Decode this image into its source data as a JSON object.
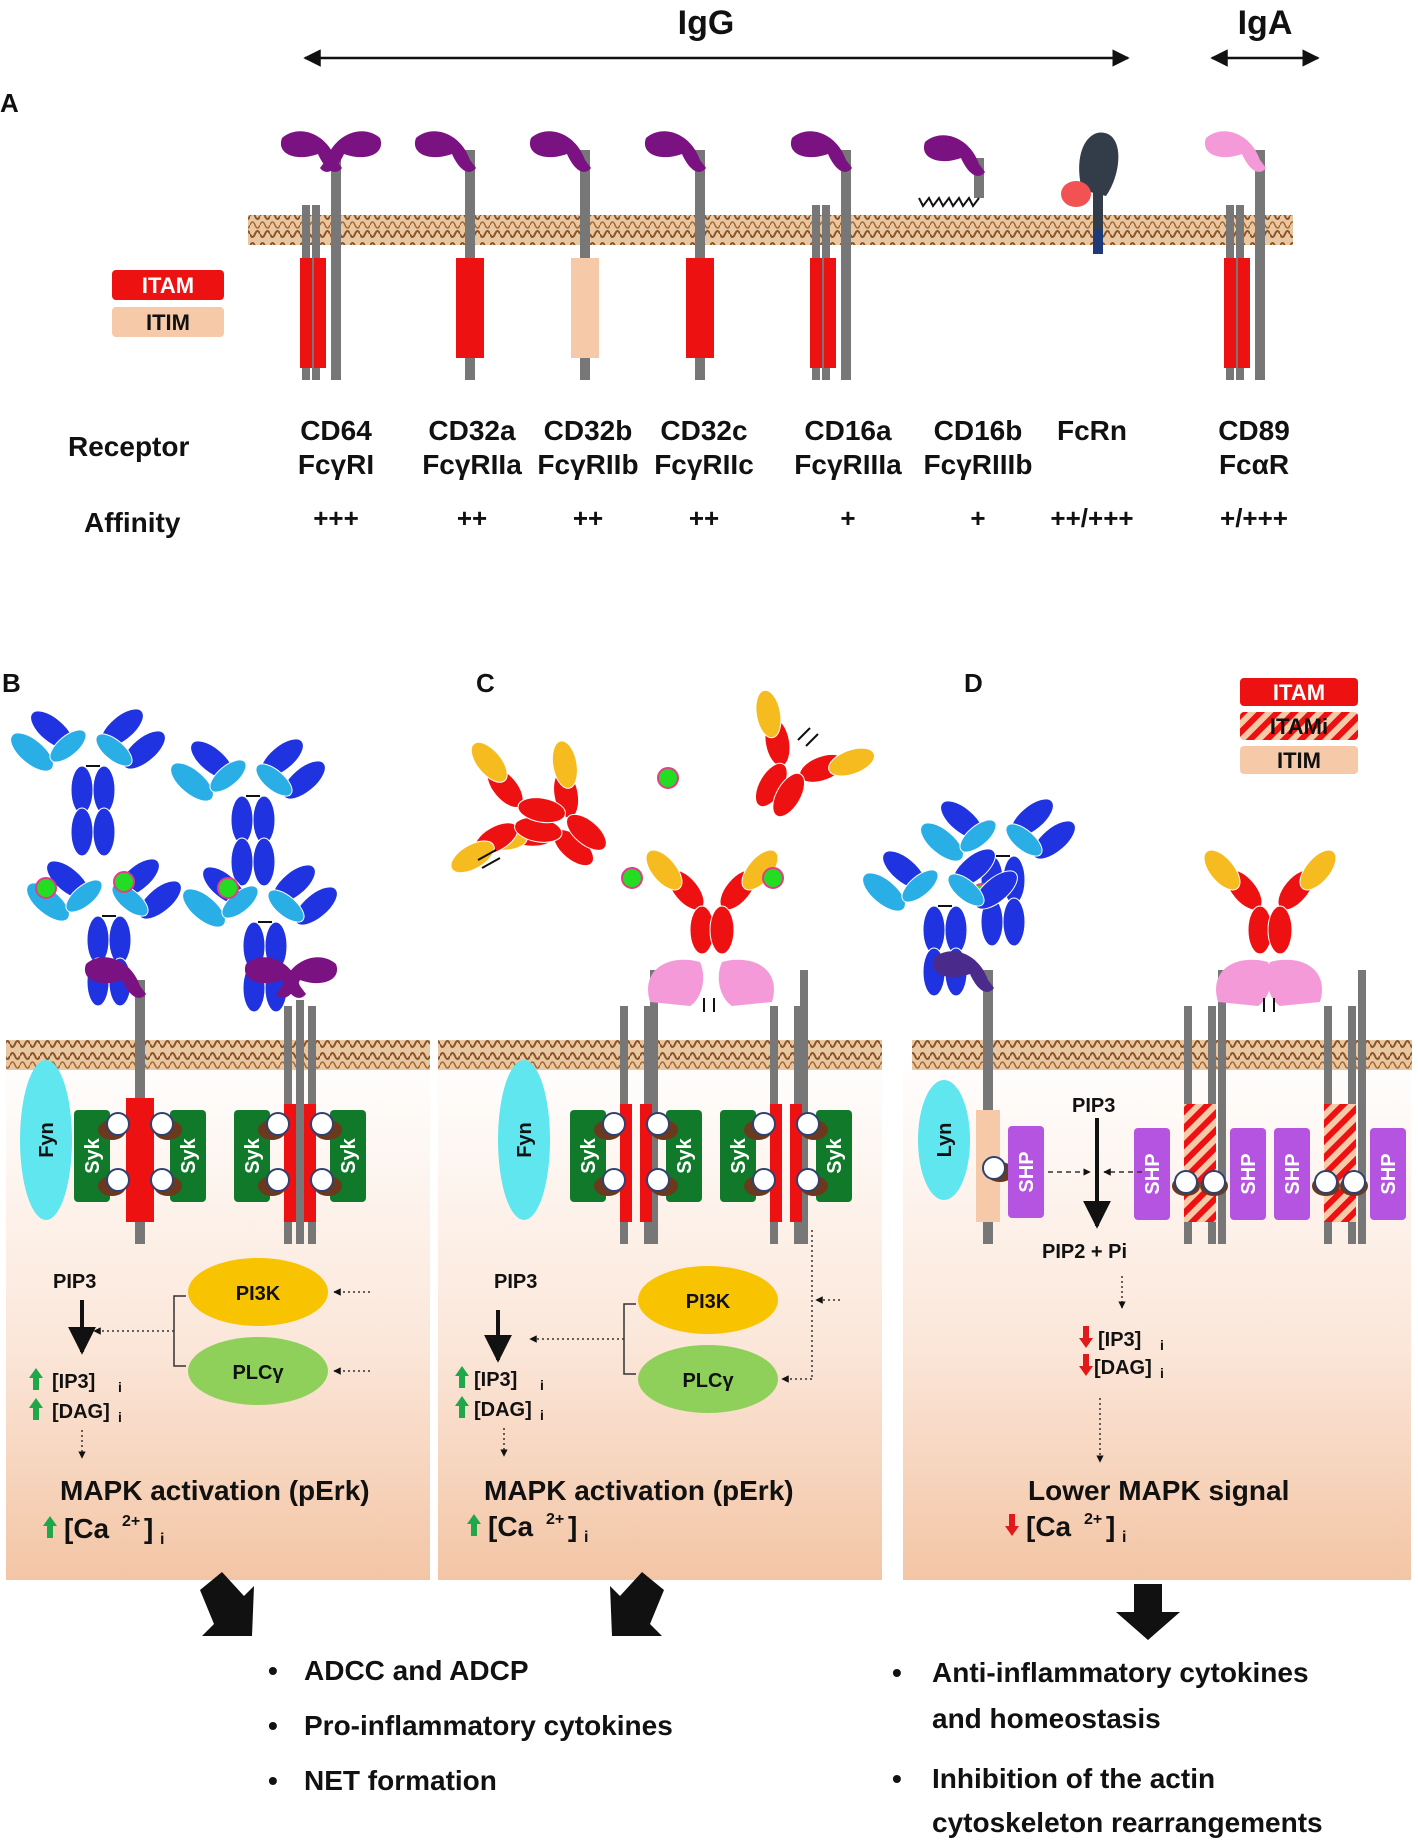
{
  "panel_a": {
    "panel_label": "A",
    "igg_label": "IgG",
    "iga_label": "IgA",
    "legend": {
      "itam": "ITAM",
      "itim": "ITIM"
    },
    "row_headers": {
      "receptor": "Receptor",
      "affinity": "Affinity"
    },
    "receptors": [
      {
        "name": "CD64",
        "alias": "FcγRI",
        "affinity": "+++",
        "motif": "itam-double"
      },
      {
        "name": "CD32a",
        "alias": "FcγRIIa",
        "affinity": "++",
        "motif": "itam-single"
      },
      {
        "name": "CD32b",
        "alias": "FcγRIIb",
        "affinity": "++",
        "motif": "itim"
      },
      {
        "name": "CD32c",
        "alias": "FcγRIIc",
        "affinity": "++",
        "motif": "itam-single"
      },
      {
        "name": "CD16a",
        "alias": "FcγRIIIa",
        "affinity": "+",
        "motif": "itam-double"
      },
      {
        "name": "CD16b",
        "alias": "FcγRIIIb",
        "affinity": "+",
        "motif": "gpi"
      },
      {
        "name": "FcRn",
        "alias": "",
        "affinity": "++/+++",
        "motif": "fcrn"
      },
      {
        "name": "CD89",
        "alias": "FcαR",
        "affinity": "+/+++",
        "motif": "itam-double"
      }
    ]
  },
  "panel_b": {
    "panel_label": "B",
    "fyn": "Fyn",
    "syk": "Syk",
    "pi3k": "PI3K",
    "plcg": "PLCγ",
    "pip3": "PIP3",
    "ip3": "[IP3]",
    "dag": "[DAG]",
    "sub_i": "i",
    "mapk": "MAPK activation (pErk)",
    "ca": "[Ca",
    "ca_sup": "2+",
    "ca_close": "]"
  },
  "panel_c": {
    "panel_label": "C",
    "fyn": "Fyn",
    "syk": "Syk",
    "pi3k": "PI3K",
    "plcg": "PLCγ",
    "pip3": "PIP3",
    "ip3": "[IP3]",
    "dag": "[DAG]",
    "sub_i": "i",
    "mapk": "MAPK activation (pErk)",
    "ca": "[Ca",
    "ca_sup": "2+",
    "ca_close": "]"
  },
  "panel_d": {
    "panel_label": "D",
    "legend": {
      "itam": "ITAM",
      "itami": "ITAMi",
      "itim": "ITIM"
    },
    "lyn": "Lyn",
    "shp": "SHP",
    "pip3": "PIP3",
    "pip2": "PIP2 + Pi",
    "ip3": "[IP3]",
    "dag": "[DAG]",
    "sub_i": "i",
    "mapk": "Lower MAPK signal",
    "ca": "[Ca",
    "ca_sup": "2+",
    "ca_close": "]"
  },
  "outcomes": {
    "activating": [
      "ADCC and  ADCP",
      "Pro-inflammatory cytokines",
      "NET formation"
    ],
    "inhibitory": [
      "Anti-inflammatory cytokines",
      "and homeostasis",
      "Inhibition of the actin",
      "cytoskeleton rearrangements"
    ],
    "bullet": "•"
  },
  "colors": {
    "itam": "#ee1111",
    "itim": "#f6c9a8",
    "receptor_purple": "#7a1282",
    "fcar_pink": "#f49ad8",
    "syk_green": "#117a2a",
    "fyn_cyan": "#5fe6ee",
    "pi3k_yellow": "#f8c300",
    "plcg_green": "#8fd05a",
    "shp_violet": "#b554e0",
    "igg_dark": "#1f34e0",
    "igg_light": "#2aaee6",
    "iga_red": "#ee1111",
    "iga_yellow": "#f6bb1e",
    "membrane": "#b7763d",
    "up_arrow": "#1ea84a",
    "down_arrow": "#e01a1a"
  }
}
